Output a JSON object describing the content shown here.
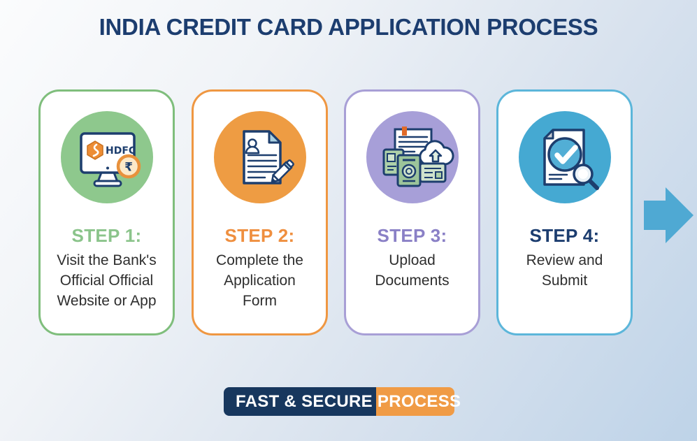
{
  "title": {
    "text": "INDIA CREDIT CARD APPLICATION PROCESS",
    "color": "#1c3d6f"
  },
  "steps": [
    {
      "label": "STEP 1:",
      "description": "Visit the Bank's\nOfficial Official\nWebsite or App",
      "label_color": "#8bc48b",
      "border_color": "#7fbe7c",
      "circle_color": "#8ec88d",
      "icon": "bank-website-monitor-icon",
      "icon_text": "HDFC",
      "icon_currency": "₹"
    },
    {
      "label": "STEP 2:",
      "description": "Complete the\nApplication\nForm",
      "label_color": "#ef8f3f",
      "border_color": "#ef9742",
      "circle_color": "#ee9c43",
      "icon": "application-form-icon"
    },
    {
      "label": "STEP 3:",
      "description": "Upload\nDocuments",
      "label_color": "#8a80c6",
      "border_color": "#a89fd6",
      "circle_color": "#a79fd8",
      "icon": "upload-documents-icon"
    },
    {
      "label": "STEP 4:",
      "description": "Review and\nSubmit",
      "label_color": "#1c3d6f",
      "border_color": "#5cb6da",
      "circle_color": "#45a9d2",
      "icon": "review-submit-icon"
    }
  ],
  "banner": {
    "text": "FAST & SECURE PROCESS",
    "left_color": "#17375e",
    "right_color": "#f09b45",
    "split_percent": 66
  },
  "arrow_color": "#4fa9d3",
  "body_text_color": "#2e2e2e"
}
